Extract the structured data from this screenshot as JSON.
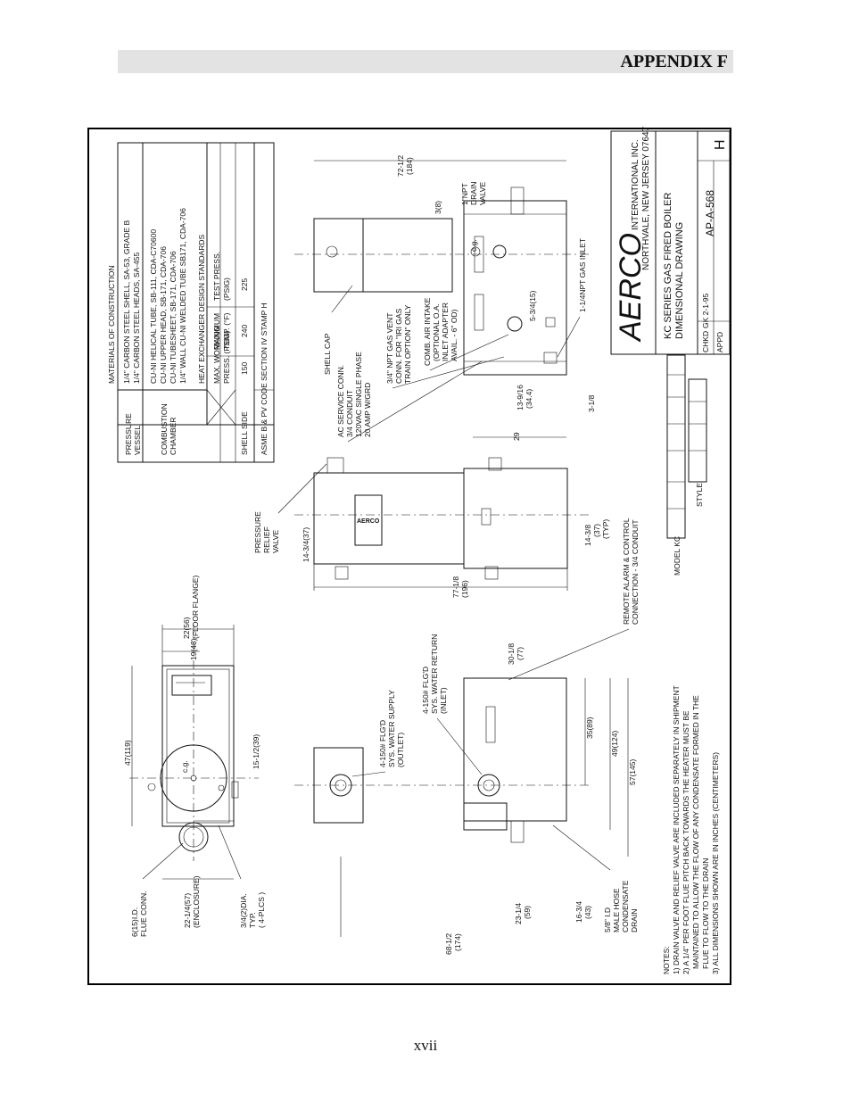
{
  "header": {
    "title": "APPENDIX F"
  },
  "footer": {
    "page_number": "xvii"
  },
  "materials": {
    "title": "MATERIALS OF CONSTRUCTION",
    "pv_label": "PRESSURE VESSEL",
    "pv_1": "1/4\" CARBON STEEL SHELL, SA-53, GRADE B",
    "pv_2": "1/4\" CARBON STEEL HEADS, SA-455",
    "cc_label": "COMBUSTION CHAMBER",
    "cc_1": "CU-NI HELICAL TUBE, SB-111, CDA-C70600",
    "cc_2": "CU-NI UPPER HEAD, SB-171, CDA-706",
    "cc_3": "CU-NI TUBESHEET, SB-171, CDA-706",
    "cc_4": "1/4\" WALL CU-NI WELDED TUBE SB171, CDA-706"
  },
  "standards": {
    "title": "HEAT EXCHANGER DESIGN STANDARDS",
    "col_mwp": "MAX. WORKING PRESS. (PSIG)",
    "col_mt": "MAXIMUM TEMP. (°F)",
    "col_tp": "TEST PRESS. (PSIG)",
    "row_label": "SHELL SIDE",
    "mwp": "150",
    "mt": "240",
    "tp": "225",
    "asme": "ASME B & PV CODE SECTION IV STAMP H"
  },
  "title_block": {
    "brand": "AERCO",
    "company": "INTERNATIONAL INC.",
    "address": "NORTHVALE, NEW JERSEY 07647",
    "desc_1": "KC SERIES GAS FIRED BOILER",
    "desc_2": "DIMENSIONAL DRAWING",
    "drawing_no": "AP-A-568",
    "revision": "H",
    "chkd_label": "CHKD",
    "chkd_value": "GK 2-1-95",
    "appd_label": "APPD",
    "model_label": "MODEL KC",
    "style_label": "STYLE"
  },
  "notes": {
    "title": "NOTES:",
    "n1": "1) DRAIN VALVE AND RELIEF VALVE ARE INCLUDED SEPARATELY IN SHIPMENT",
    "n2a": "2) A 1/4\" PER FOOT FLUE PITCH BACK TOWARDS THE HEATER MUST BE",
    "n2b": "MAINTAINED TO ALLOW THE FLOW OF ANY CONDENSATE FORMED IN THE",
    "n2c": "FLUE TO FLOW TO THE DRAIN",
    "n3": "3) ALL DIMENSIONS SHOWN ARE IN INCHES (CENTIMETERS)"
  },
  "callouts": {
    "shell_cap": "SHELL CAP",
    "cg": "c.g.",
    "drain_1": "1\"NPT",
    "drain_2": "DRAIN",
    "drain_3": "VALVE",
    "gas_inlet": "1-1/4NPT GAS INLET",
    "air_1": "COMB. AIR INTAKE",
    "air_2": "(OPTIONAL O.A.",
    "air_3": "INLET ADAPTER",
    "air_4": "AVAIL. - 6\" OD)",
    "vent_1": "3/4\" NPT GAS VENT",
    "vent_2": "CONN. FOR \"IRI GAS",
    "vent_3": "TRAIN OPTION\" ONLY",
    "ac_1": "AC SERVICE CONN.",
    "ac_2": "3/4 CONDUIT",
    "ac_3": "120VAC SINGLE PHASE",
    "ac_4": "20 AMP W/GRD",
    "prv_1": "PRESSURE",
    "prv_2": "RELIEF",
    "prv_3": "VALVE",
    "remote_1": "REMOTE ALARM & CONTROL",
    "remote_2": "CONNECTION - 3/4 CONDUIT",
    "supply_1": "4-150# FLG'D",
    "supply_2": "SYS. WATER SUPPLY",
    "supply_3": "(OUTLET)",
    "return_1": "4-150# FLG'D",
    "return_2": "SYS. WATER RETURN",
    "return_3": "(INLET)",
    "hose_1": "5/8\" I.D",
    "hose_2": "MALE HOSE",
    "hose_3": "CONDENSATE",
    "hose_4": "DRAIN",
    "flue_1": "6(15)I.D.",
    "flue_2": "FLUE CONN.",
    "dia_1": "3/4(2)DIA.",
    "dia_2": "TYP.",
    "dia_3": "( 4-PLCS )",
    "encl_1": "22-1/4(57)",
    "encl_2": "(ENCLOSURE)",
    "flange_1": "22(56)",
    "flange_2": "(FLOOR FLANGE)"
  },
  "dimensions": {
    "d72": "72-1/2",
    "d72c": "(184)",
    "d3": "3(8)",
    "d534": "5-3/4(15)",
    "d1391": "13-9/16",
    "d1392": "(34.4)",
    "d29": "29",
    "d318": "3-1/8",
    "d1434": "14-3/4(37)",
    "d771": "77-1/8",
    "d772": "(196)",
    "d14381": "14-3/8",
    "d14382": "(37)",
    "d14383": "(TYP)",
    "d47": "47(119)",
    "d1948": "19(48)",
    "d151": "15-1/2(39)",
    "d301": "30-1/8",
    "d302": "(77)",
    "d35": "35(89)",
    "d49": "49(124)",
    "d57": "57(145)",
    "d681": "68-1/2",
    "d682": "(174)",
    "d2314": "23-1/4",
    "d2314c": "(59)",
    "d1634": "16-3/4",
    "d1634c": "(43)"
  }
}
